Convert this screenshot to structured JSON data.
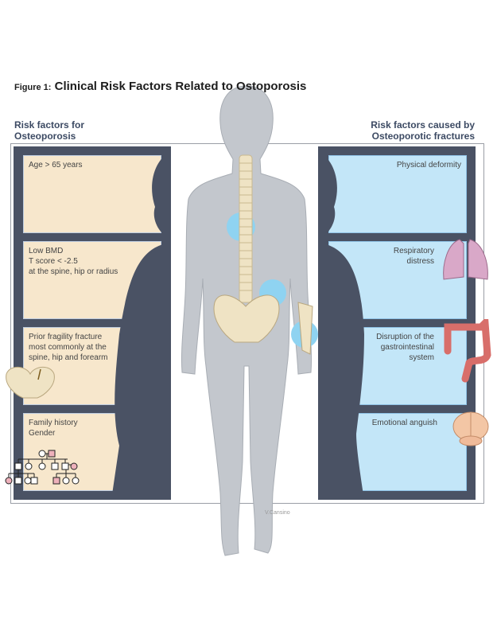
{
  "title": {
    "prefix": "Figure 1:",
    "text": "Clinical Risk Factors Related to Ostoporosis"
  },
  "left": {
    "heading_1": "Risk factors for",
    "heading_2": "Osteoporosis",
    "items": [
      {
        "lines": [
          "Age > 65 years"
        ]
      },
      {
        "lines": [
          "Low BMD",
          "T score < -2.5",
          "at the spine, hip or radius"
        ]
      },
      {
        "lines": [
          "Prior fragility fracture",
          "most commonly at the",
          "spine, hip and forearm"
        ]
      },
      {
        "lines": [
          "Family history",
          "Gender"
        ]
      }
    ]
  },
  "right": {
    "heading_1": "Risk factors caused by",
    "heading_2": "Osteoporotic fractures",
    "items": [
      {
        "lines": [
          "Physical deformity"
        ]
      },
      {
        "lines": [
          "Respiratory",
          "distress"
        ]
      },
      {
        "lines": [
          "Disruption of the",
          "gastrointestinal",
          "system"
        ]
      },
      {
        "lines": [
          "Emotional anguish"
        ]
      }
    ]
  },
  "credit": "V.Cansino",
  "colors": {
    "panel": "#4a5264",
    "beige": "#f7e7cc",
    "blue": "#c3e6f8",
    "figure": "#c3c7cd",
    "highlight": "#8fd3f1"
  }
}
